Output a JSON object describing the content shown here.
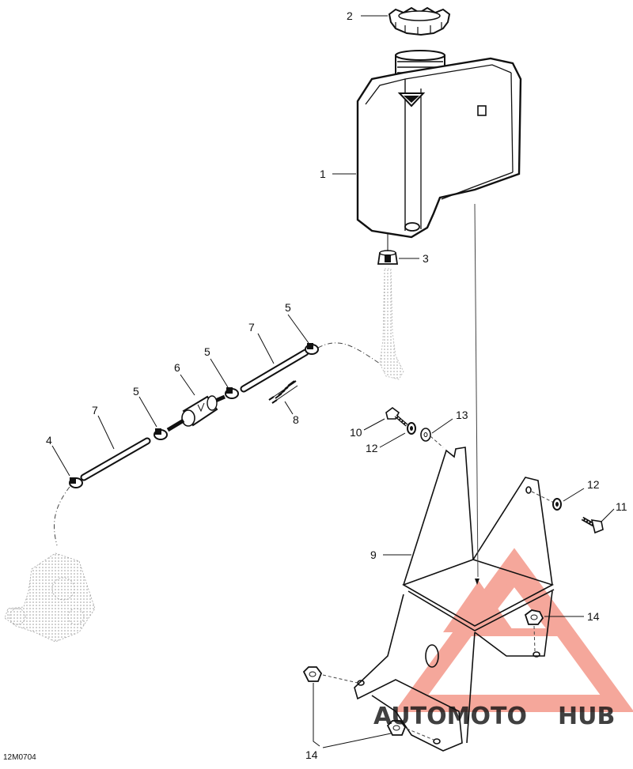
{
  "diagram": {
    "reference_code": "12M0704",
    "callouts": [
      {
        "id": "c2",
        "label": "2"
      },
      {
        "id": "c1",
        "label": "1"
      },
      {
        "id": "c3",
        "label": "3"
      },
      {
        "id": "c5a",
        "label": "5"
      },
      {
        "id": "c7a",
        "label": "7"
      },
      {
        "id": "c5b",
        "label": "5"
      },
      {
        "id": "c6",
        "label": "6"
      },
      {
        "id": "c8",
        "label": "8"
      },
      {
        "id": "c5c",
        "label": "5"
      },
      {
        "id": "c7b",
        "label": "7"
      },
      {
        "id": "c4",
        "label": "4"
      },
      {
        "id": "c10",
        "label": "10"
      },
      {
        "id": "c13",
        "label": "13"
      },
      {
        "id": "c12a",
        "label": "12"
      },
      {
        "id": "c12b",
        "label": "12"
      },
      {
        "id": "c11",
        "label": "11"
      },
      {
        "id": "c9",
        "label": "9"
      },
      {
        "id": "c14a",
        "label": "14"
      },
      {
        "id": "c14b",
        "label": "14"
      }
    ]
  },
  "watermark": {
    "brand_part1": "AUTOMOTO",
    "brand_part2": "HUB",
    "color_primary": "#f28a7a",
    "color_orange": "#f5a25a",
    "color_gray": "#8a8a8a"
  }
}
